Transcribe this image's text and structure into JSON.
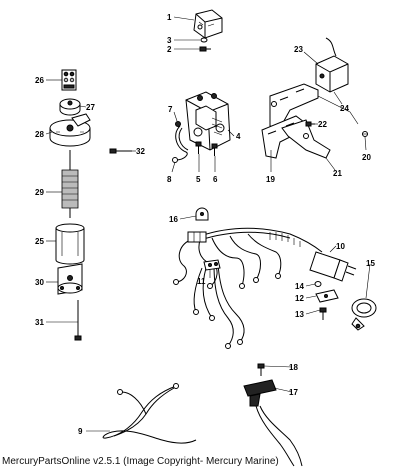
{
  "footer": "MercuryPartsOnline v2.5.1 (Image Copyright- Mercury Marine)",
  "callouts": [
    "1",
    "2",
    "3",
    "4",
    "5",
    "6",
    "7",
    "8",
    "9",
    "10",
    "11",
    "12",
    "13",
    "14",
    "15",
    "16",
    "17",
    "18",
    "19",
    "20",
    "21",
    "22",
    "23",
    "24",
    "25",
    "26",
    "27",
    "28",
    "29",
    "30",
    "31",
    "32"
  ]
}
